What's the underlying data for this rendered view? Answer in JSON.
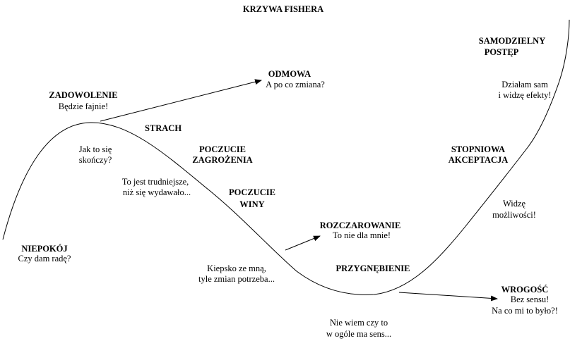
{
  "title": "KRZYWA FISHERA",
  "stages": {
    "niepokoj": {
      "name": "NIEPOKÓJ",
      "quote": "Czy dam radę?"
    },
    "zadowolenie": {
      "name": "ZADOWOLENIE",
      "quote": "Będzie fajnie!"
    },
    "odmowa": {
      "name": "ODMOWA",
      "quote": "A po co zmiana?"
    },
    "strach": {
      "name": "STRACH",
      "quote": [
        "Jak to się",
        "skończy?"
      ]
    },
    "zagrozenie": {
      "name": [
        "POCZUCIE",
        "ZAGROŻENIA"
      ],
      "quote": [
        "To jest trudniejsze,",
        "niż się wydawało..."
      ]
    },
    "wina": {
      "name": [
        "POCZUCIE",
        "WINY"
      ],
      "quote": [
        "Kiepsko ze mną,",
        "tyle zmian potrzeba..."
      ]
    },
    "rozczarowanie": {
      "name": "ROZCZAROWANIE",
      "quote": "To nie dla mnie!"
    },
    "przygnebienie": {
      "name": "PRZYGNĘBIENIE",
      "quote": [
        "Nie wiem czy to",
        "w ogóle ma sens..."
      ]
    },
    "wrogosc": {
      "name": "WROGOŚĆ",
      "quote": [
        "Bez sensu!",
        "Na co mi to było?!"
      ]
    },
    "akceptacja": {
      "name": [
        "STOPNIOWA",
        "AKCEPTACJA"
      ],
      "quote": [
        "Widzę",
        "możliwości!"
      ]
    },
    "postep": {
      "name": [
        "SAMODZIELNY",
        "POSTĘP"
      ],
      "quote": [
        "Działam sam",
        "i widzę efekty!"
      ]
    }
  }
}
